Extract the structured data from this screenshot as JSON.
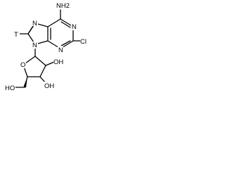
{
  "molecule": {
    "labels": {
      "nh2": "NH2",
      "n1": "N",
      "n3": "N",
      "n7": "N",
      "n9": "N",
      "cl": "Cl",
      "tritium": "T",
      "o_ring": "O",
      "oh_2": "OH",
      "oh_3": "OH",
      "ho_5": "HO"
    }
  }
}
